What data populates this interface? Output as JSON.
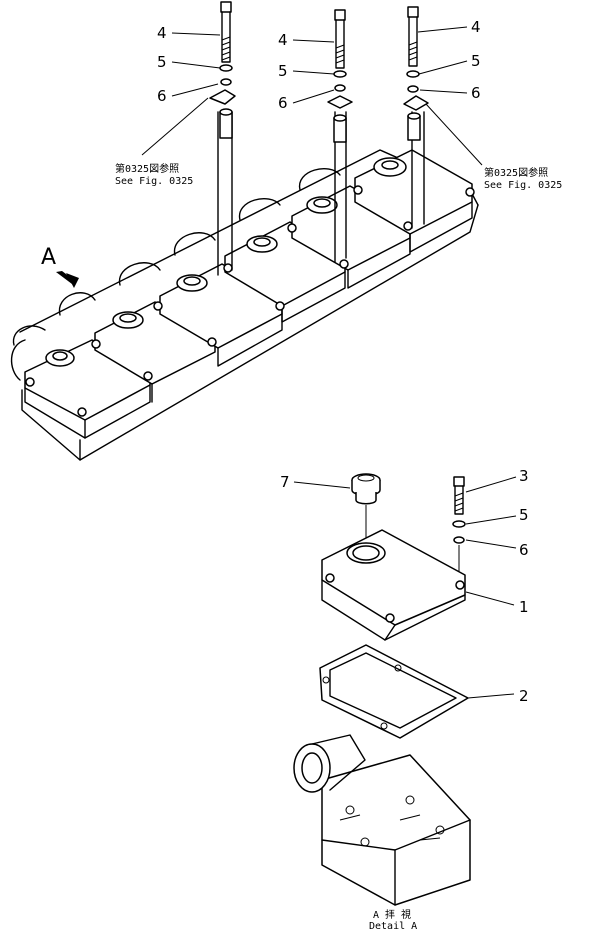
{
  "callouts": {
    "top_left": {
      "bolt": "4",
      "washer": "5",
      "lock_washer": "6"
    },
    "top_middle": {
      "bolt": "4",
      "washer": "5",
      "lock_washer": "6"
    },
    "top_right": {
      "bolt": "4",
      "washer": "5",
      "lock_washer": "6"
    },
    "detail": {
      "cover": "1",
      "gasket": "2",
      "bolt": "3",
      "washer": "5",
      "lock_washer": "6",
      "cap": "7"
    }
  },
  "references": {
    "left": {
      "jp": "第0325図参照",
      "en": "See  Fig. 0325"
    },
    "right": {
      "jp": "第0325図参照",
      "en": "See  Fig. 0325"
    }
  },
  "view_marker": "A",
  "detail_caption": {
    "jp": "A 拝 視",
    "en": "Detail  A"
  },
  "icons": [
    "view-arrow-icon"
  ]
}
